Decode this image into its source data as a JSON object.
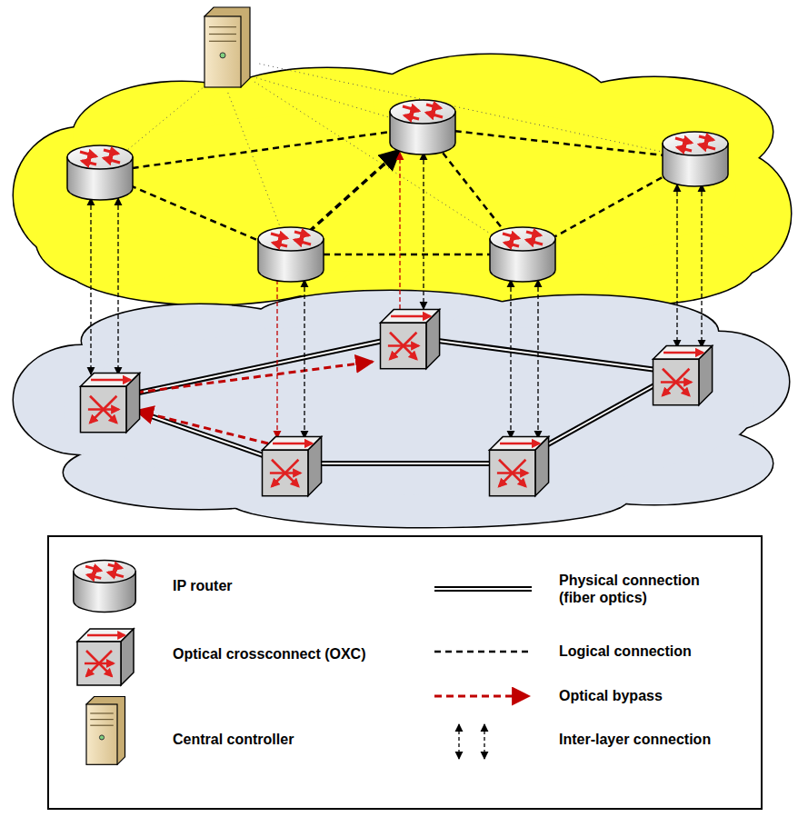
{
  "diagram": {
    "legend": [
      {
        "text": "IP router"
      },
      {
        "text": "Optical crossconnect (OXC)"
      },
      {
        "text": "Central controller"
      },
      {
        "text": "Physical connection (fiber optics)"
      },
      {
        "text": "Logical connection"
      },
      {
        "text": "Optical bypass"
      },
      {
        "text": "Inter-layer connection"
      }
    ]
  }
}
